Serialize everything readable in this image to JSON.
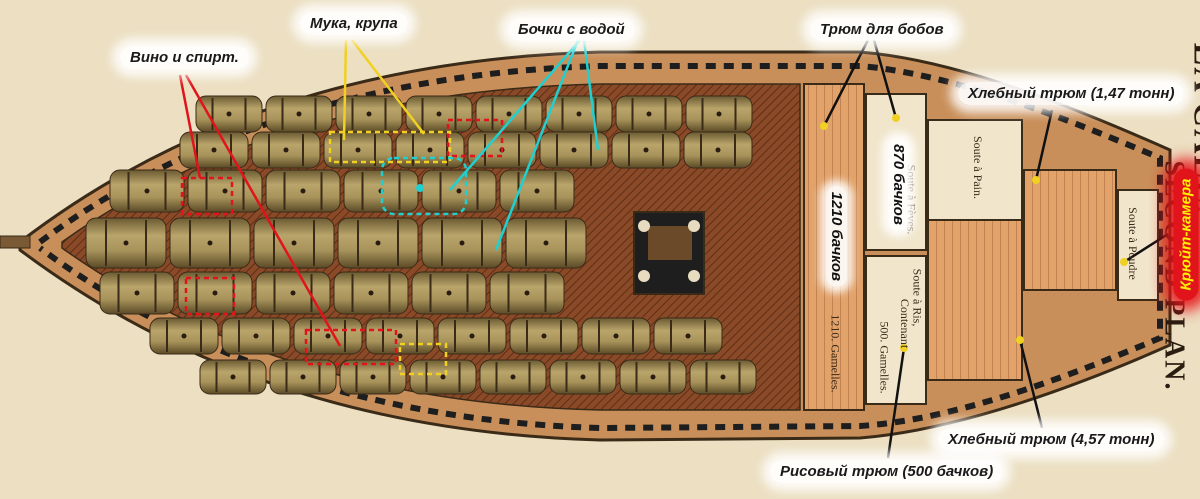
{
  "labels": {
    "wine": "Вино и спирт.",
    "flour": "Мука, крупа",
    "water": "Бочки с водой",
    "beans_hold": "Трюм для бобов",
    "bread_small": "Хлебный трюм (1,47 тонн)",
    "bread_large": "Хлебный трюм (4,57 тонн)",
    "rice": "Рисовый трюм (500 бачков)",
    "cold_room": "Крюйт-камера",
    "count_1210": "1210 бачков",
    "count_870": "870 бачков"
  },
  "french": {
    "title": "LA CALE.",
    "subtitle": "SECOND PLAN.",
    "soute_feves": "Soute à Fèves.",
    "soute_ris": "Soute à Ris,",
    "contenant": "Contenant",
    "gamelles_500": "500. Gamelles.",
    "gamelles_1210": "1210. Gamelles.",
    "soute_pain": "Soute à Pain.",
    "soute_poudre": "Soute à Poudre"
  },
  "colors": {
    "wine_marker": "#e0141a",
    "flour_marker": "#f0d020",
    "water_marker": "#20d0d0",
    "cold_room_bg": "#e0141a",
    "cold_room_text": "#fff200"
  }
}
